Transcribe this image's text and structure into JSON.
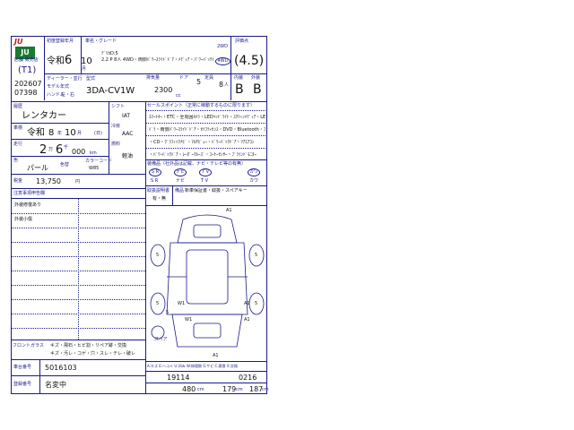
{
  "logo": {
    "brand": "JU",
    "sub": "JU",
    "tag": "店舗 販売店"
  },
  "lot": {
    "code": "(T1)",
    "line1": "202607",
    "line2": "07398"
  },
  "header": {
    "first_reg_label": "初度登録年月",
    "era": "令和",
    "year": "6",
    "month": "10",
    "month_unit": "月",
    "vehicle_grade_label": "車名・グレード",
    "vehicle_name": "ﾃﾞﾘｶD:5",
    "vehicle_grade": "2.2 P 8人 4WD・両側ﾊﾟﾜｰｽﾗｲﾄﾞﾄﾞｱ・ﾒﾃﾞｨｱ・ﾊﾟﾜｰﾊﾞｯｸﾄﾞｱ",
    "drive_2wd": "2WD",
    "drive_4wd": "4WD",
    "rating_label": "評価点",
    "rating": "(4.5)",
    "dealer_label": "ディーラー・並行",
    "model_type_label": "型式",
    "model_type": "3DA-CV1W",
    "model_spec_label": "モデル年式",
    "handle_label": "ハンドル",
    "handle_value": "左・右",
    "displacement_label": "排気量",
    "displacement": "2300",
    "displacement_unit": "cc",
    "door_label": "ドア",
    "doors": "5",
    "capacity_label": "定員",
    "capacity": "8",
    "capacity_unit": "人",
    "interior_label": "内装",
    "exterior_label": "外装",
    "interior_grade": "B",
    "exterior_grade": "B"
  },
  "history": {
    "label": "履歴",
    "value": "レンタカー",
    "inspection_label": "車検",
    "inspection_era": "令和",
    "inspection_year": "8",
    "inspection_unit_year": "年",
    "inspection_month": "10",
    "inspection_unit_month": "月",
    "inspection_day_label": "(日)",
    "mileage_label": "走行",
    "mileage_a": "2",
    "mileage_unit_a": "万",
    "mileage_b": "6",
    "mileage_unit_b": "千",
    "mileage_c": "000",
    "mileage_unit_c": "km",
    "color_label": "色",
    "color": "パール",
    "color_no_label": "色替",
    "color_code_label": "カラーコード",
    "color_code": "W85",
    "tax_label": "税金",
    "tax_value": "13,750",
    "tax_unit": "円"
  },
  "drivetrain": {
    "shift_label": "シフト",
    "shift": "IAT",
    "ac_label": "冷房",
    "ac": "AAC",
    "fuel_label": "燃料",
    "fuel": "軽油"
  },
  "sales_points": {
    "label": "セールスポイント",
    "note": "（正常に稼動するものに限ります）",
    "lines": [
      "ｽﾏｰﾄｷｰ・ETC・全周囲ｶﾒﾗ・LEDﾍｯﾄﾞﾗｲﾄ・ｽｸﾘｰﾝﾒﾃﾞｨｱ・LEDｼｰﾙ",
      "ﾄﾞﾗ・両側ﾊﾟﾜｰｽﾗｲﾄﾞﾄﾞｱ・ｾｲﾌﾃｨｾﾝｽ・DVD・Bluetooth・ﾌﾙｾｸ",
      "・CD・ｸﾞﾗﾌｨｯｸﾅﾋﾞ・ﾏﾙﾁﾋﾞｭｰ・ﾊﾟﾜｰﾊﾞｯｸﾄﾞｱ・ﾘｱｴｱｺﾝ",
      "・ﾊﾟﾜｰﾊﾞｯｸﾄﾞｱ・ﾚｰﾀﾞｰｸﾙｰｽﾞ・ｺｰﾅｰｾﾝｻｰ・ﾌﾞﾗｲﾝﾄﾞﾓﾆﾀｰ"
    ]
  },
  "equipment": {
    "label": "装備品",
    "note": "（社外品は記載、ナビ・テレビ等の有無）",
    "items": [
      "S R",
      "ナビ",
      "T V",
      "カワ"
    ],
    "manual_label": "取扱説明書",
    "manual_value": "有・無",
    "spare_label": "備品",
    "spare_value": "新車保証書・取扱・スペアキー"
  },
  "notes": {
    "label": "注意事項申告欄",
    "lines": [
      "外装修復あり",
      "外装小傷"
    ]
  },
  "front_glass": {
    "label": "フロントガラス",
    "line1": "キズ・飛石・ヒビ割・リペア跡・交換",
    "line2": "キズ・汚レ・コゲ・穴・スレ・テレ・破レ"
  },
  "vehicle_no": {
    "label": "車台番号",
    "value": "5016103"
  },
  "reg_no": {
    "label": "登録番号",
    "value": "名変中"
  },
  "diagram": {
    "marks": [
      "A1",
      "A1",
      "5",
      "5",
      "5",
      "5",
      "W1",
      "A1",
      "5",
      "W1",
      "A1"
    ],
    "spare_label": "スペア",
    "legend": "A:キズ  E:ヘコミ  U:凹み  W:修理跡  S:サビ  C:腐食  X:交換",
    "dims_code": "19114",
    "dims_code2": "0216",
    "length": "480",
    "width": "179",
    "height": "187",
    "len_unit": "cm",
    "width_unit": "cm",
    "height_unit": "cm"
  }
}
